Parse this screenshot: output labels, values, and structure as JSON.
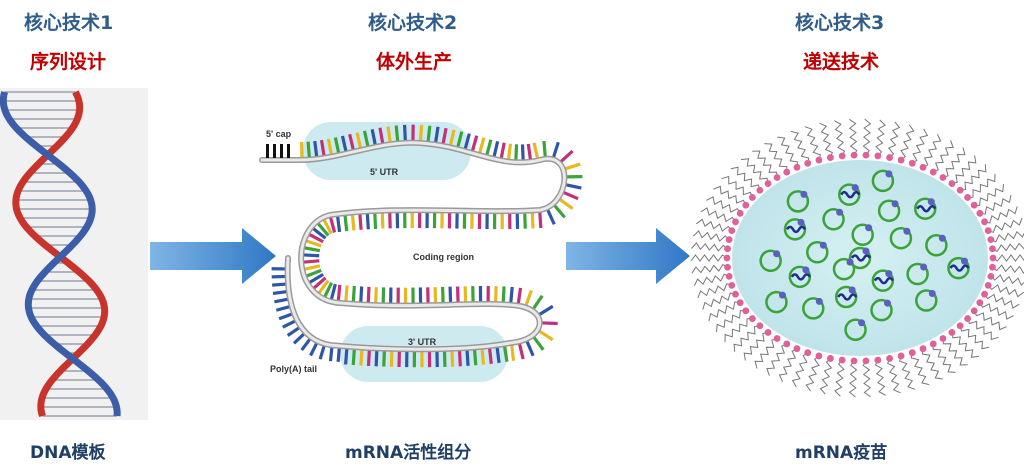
{
  "columns": [
    {
      "title": "核心技术1",
      "subtitle": "序列设计",
      "caption": "DNA模板"
    },
    {
      "title": "核心技术2",
      "subtitle": "体外生产",
      "caption": "mRNA活性组分"
    },
    {
      "title": "核心技术3",
      "subtitle": "递送技术",
      "caption": "mRNA疫苗"
    }
  ],
  "mrna_labels": {
    "cap": "5' cap",
    "utr5": "5' UTR",
    "coding": "Coding region",
    "utr3": "3' UTR",
    "polya": "Poly(A) tail"
  },
  "colors": {
    "title": "#2f5d8a",
    "subtitle": "#c00000",
    "arrow": "#3d86cf",
    "utr_bg": "#cdeaf0",
    "bases": [
      "#c2307a",
      "#2f56a6",
      "#3aa33a",
      "#e8b820"
    ]
  }
}
